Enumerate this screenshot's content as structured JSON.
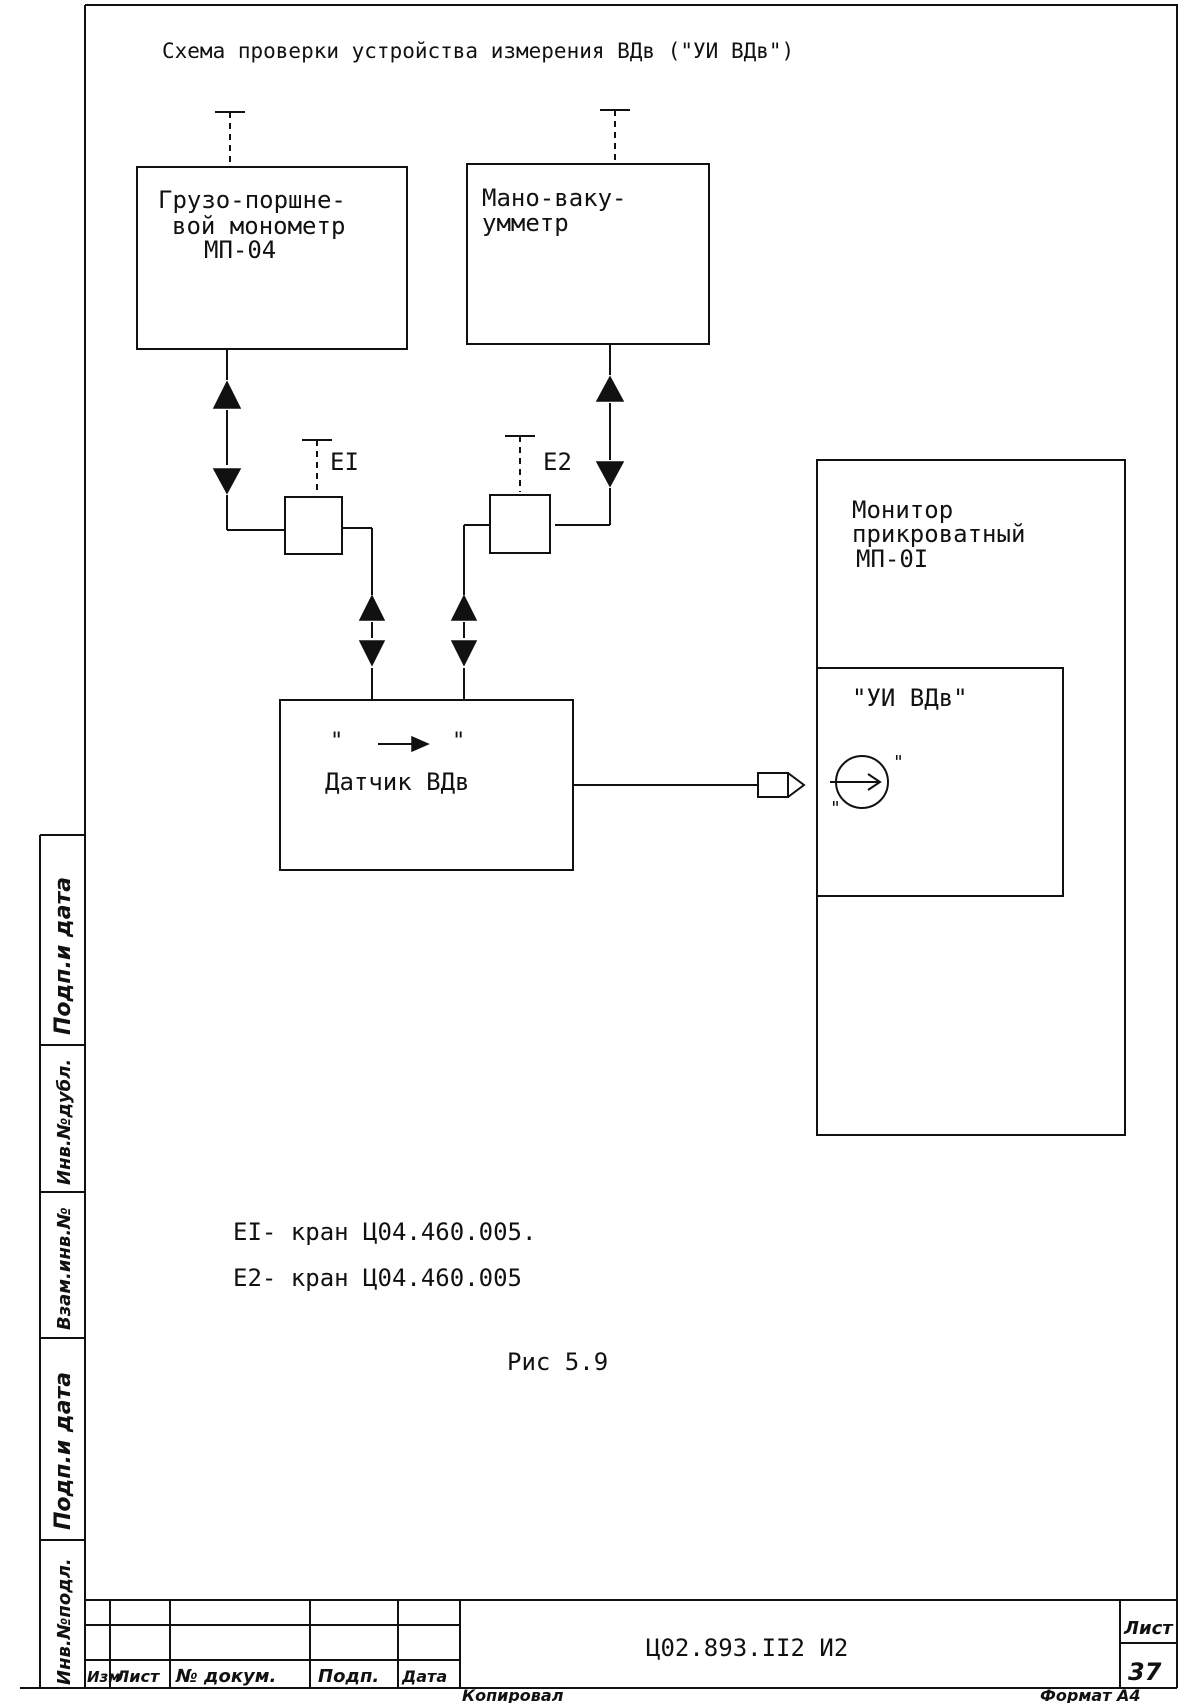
{
  "title": "Схема проверки устройства измерения ВДв (\"УИ ВДв\")",
  "blocks": {
    "gauge": [
      "Грузо-поршне-",
      "вой монометр",
      "МП-04"
    ],
    "manovac": [
      "Мано-ваку-",
      "умметр"
    ],
    "sensor": {
      "quote_left": "\"",
      "quote_right": "\"",
      "label": "Датчик ВДв"
    },
    "monitor": [
      "Монитор",
      "прикроватный",
      "МП-0I"
    ],
    "uivdv": "\"УИ ВДв\"",
    "sym_quote_a": "\"",
    "sym_quote_b": "\""
  },
  "valves": {
    "e1": "EI",
    "e2": "E2"
  },
  "legend": [
    "EI- кран Ц04.460.005.",
    "E2- кран Ц04.460.005"
  ],
  "caption": "Рис 5.9",
  "side_stamp": [
    "Инв.№подл.",
    "Подп.и дата",
    "Взам.инв.№",
    "Инв.№дубл.",
    "Подп.и дата"
  ],
  "title_block": {
    "headers": [
      "Изм",
      "Лист",
      "№ докум.",
      "Подп.",
      "Дата"
    ],
    "doc_number": "Ц02.893.II2 И2",
    "sheet_label": "Лист",
    "sheet_number": "37",
    "footer_left": "Копировал",
    "footer_right": "Формат А4"
  }
}
